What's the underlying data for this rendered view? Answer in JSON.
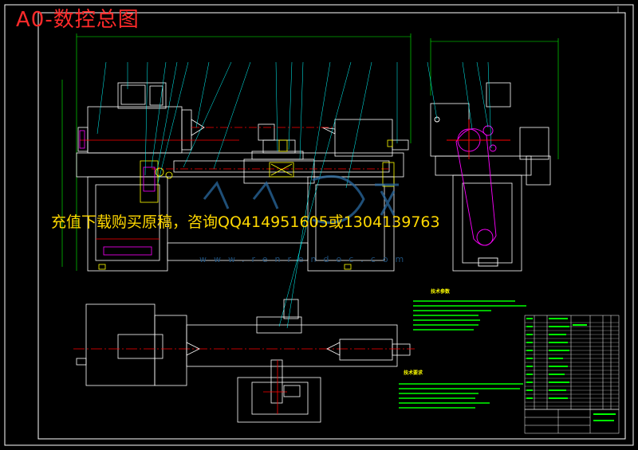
{
  "sheet": {
    "title": "A0-数控总图",
    "watermark_text": "充值下载购买原稿，咨询QQ414951605或1304139763",
    "watermark_url": "www.renrendoc.com",
    "tech_params_title": "技术参数",
    "tech_requirements_title": "技术要求"
  },
  "colors": {
    "background": "#000000",
    "frame": "#ffffff",
    "outline": "#ffffff",
    "centerline": "#ff0000",
    "leader": "#00ffff",
    "dimension": "#00ff00",
    "part_magenta": "#ff00ff",
    "accent_yellow": "#ffff00",
    "title_color": "#ff2a2a",
    "watermark_color": "#ffd800"
  },
  "icons": {
    "watermark_logo": "watermark-logo-icon"
  }
}
